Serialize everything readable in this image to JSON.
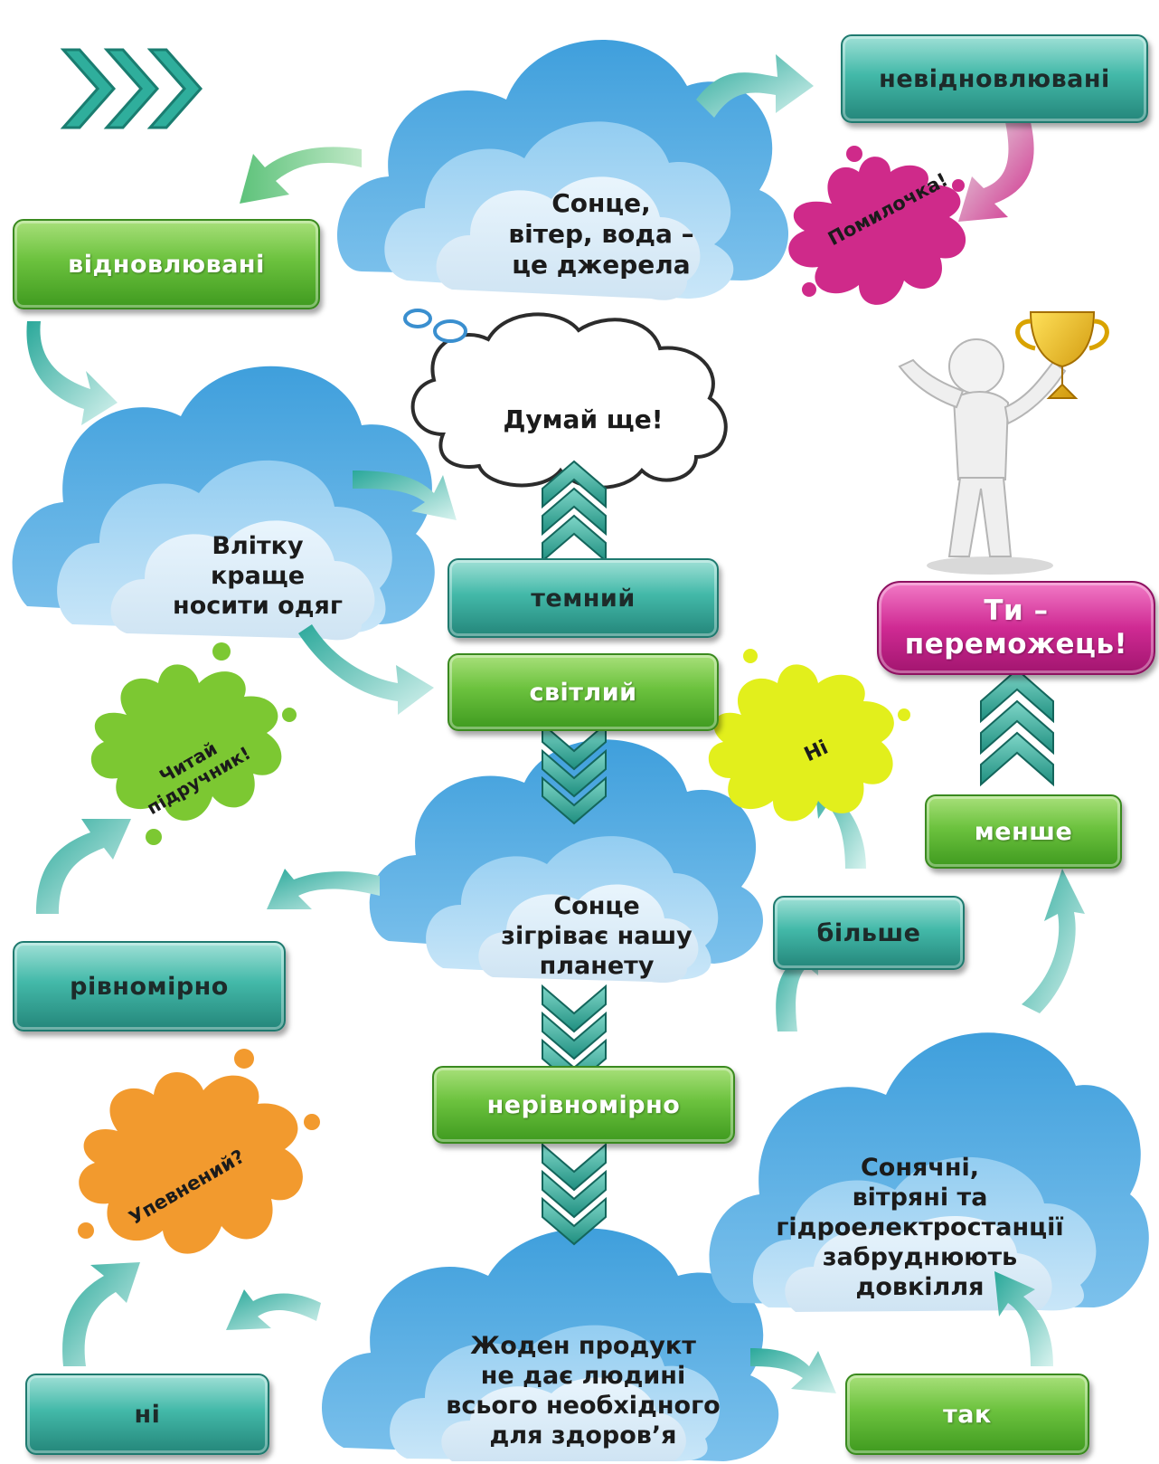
{
  "clouds": {
    "top": "Сонце,\nвітер, вода –\nце джерела",
    "summer": "Влітку\nкраще\nносити одяг",
    "heat": "Сонце\nзігріває нашу\nпланету",
    "product": "Жоден продукт\nне дає людині\nвсього необхідного\nдля здоров’я",
    "stations": "Сонячні,\nвітряні та\nгідроелектростанції\nзабруднюють\nдовкілля",
    "think": "Думай ще!"
  },
  "boxes": {
    "non_renewable": "невідновлювані",
    "renewable": "відновлювані",
    "dark": "темний",
    "light": "світлий",
    "even": "рівномірно",
    "uneven": "нерівномірно",
    "more": "більше",
    "less": "менше",
    "no": "ні",
    "yes": "так",
    "winner": "Ти –\nпереможець!"
  },
  "splats": {
    "mistake": "Помилочка!",
    "read": "Читай\nпідручник!",
    "sure": "Упевнений?",
    "no_cap": "Ні"
  },
  "colors": {
    "green": "#6cc23e",
    "teal": "#43b9a9",
    "magenta": "#cf2a93",
    "splat_magenta": "#cf2a8a",
    "splat_lime": "#e2ef1c",
    "splat_green": "#7cc832",
    "splat_orange": "#f29a2e",
    "cloud_blue": "#3f9fdc"
  },
  "icons": [
    "chevron-right-icon",
    "trophy-figure-icon"
  ]
}
